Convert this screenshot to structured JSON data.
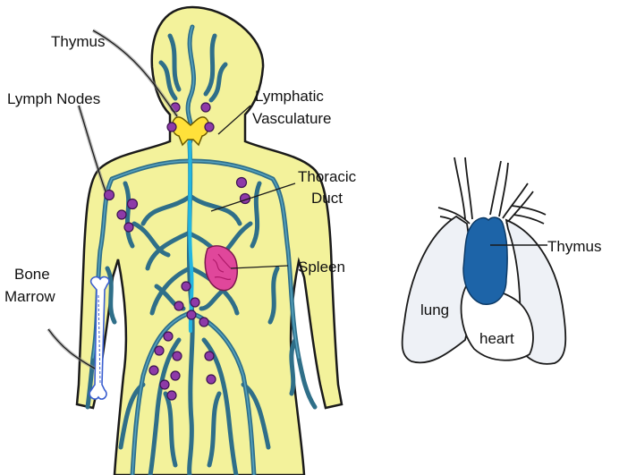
{
  "colors": {
    "body_fill": "#f3f29b",
    "body_outline": "#1a1a1a",
    "vessel": "#2f6f89",
    "vessel_highlight": "#5aa7c4",
    "duct": "#22b6e0",
    "node": "#8e3aa8",
    "node_outline": "#3b1250",
    "thymus_body": "#ffe13a",
    "spleen": "#e0479b",
    "bone": "#ffffff",
    "bone_vessel": "#3b5fd0",
    "lung": "#eef1f6",
    "heart": "#ffffff",
    "thymus_chest": "#1d64a8"
  },
  "left_figure": {
    "labels": {
      "thymus": "Thymus",
      "lymph_nodes": "Lymph Nodes",
      "lymphatic_1": "Lymphatic",
      "lymphatic_2": "Vasculature",
      "thoracic_1": "Thoracic",
      "thoracic_2": "Duct",
      "spleen": "Spleen",
      "bone_1": "Bone",
      "bone_2": "Marrow"
    }
  },
  "right_figure": {
    "labels": {
      "thymus": "Thymus",
      "lung": "lung",
      "heart": "heart"
    }
  }
}
